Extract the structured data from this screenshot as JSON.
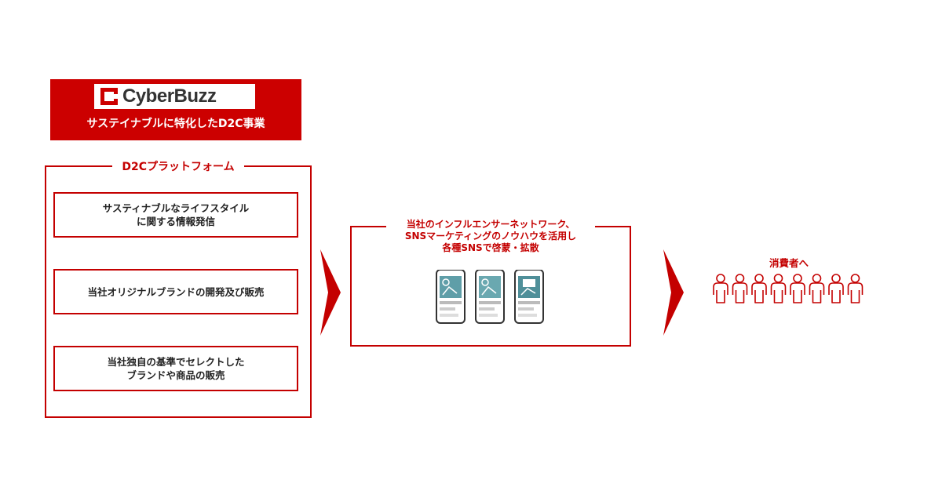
{
  "header": {
    "logo_text": "CyberBuzz",
    "subtitle": "サステイナブルに特化したD2C事業"
  },
  "platform": {
    "title": "D2Cプラットフォーム",
    "items": [
      "サスティナブルなライフスタイル\nに関する情報発信",
      "当社オリジナルブランドの開発及び販売",
      "当社独自の基準でセレクトした\nブランドや商品の販売"
    ]
  },
  "network": {
    "text": "当社のインフルエンサーネットワーク、\nSNSマーケティングのノウハウを活用し\n各種SNSで啓蒙・拡散"
  },
  "consumers": {
    "label": "消費者へ",
    "count": 8
  },
  "colors": {
    "accent": "#cc0000"
  }
}
